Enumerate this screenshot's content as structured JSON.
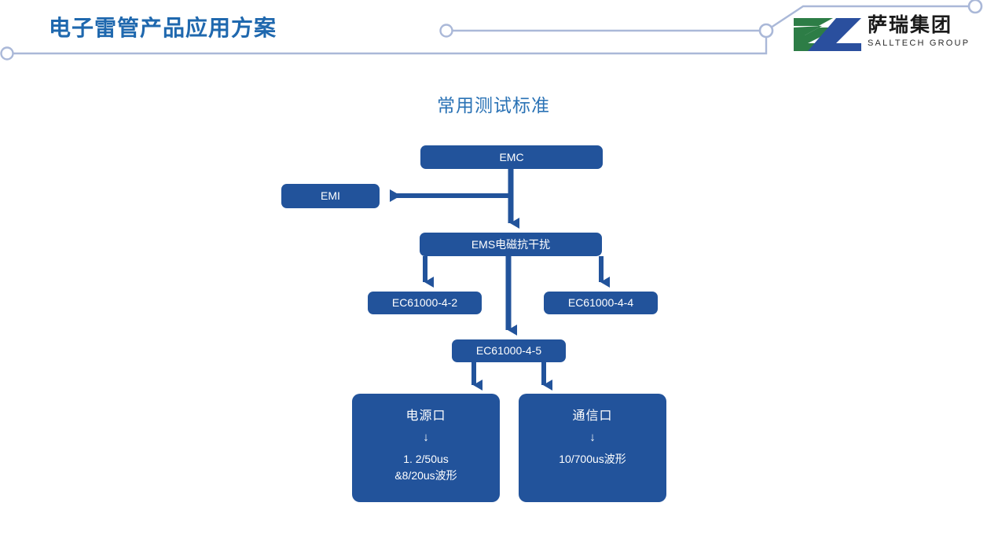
{
  "header": {
    "title": "电子雷管产品应用方案",
    "title_color": "#1f68ae",
    "deco_line_color": "#aab8d8",
    "logo": {
      "mark_name": "salltech-logo-mark",
      "mark_green": "#2d7d46",
      "mark_blue": "#2a4f9e",
      "name_cn": "萨瑞集团",
      "name_en": "SALLTECH GROUP"
    }
  },
  "section": {
    "heading": "常用测试标准",
    "heading_color": "#2a72b5"
  },
  "flow": {
    "node_fill": "#22539b",
    "node_text_color": "#ffffff",
    "arrow_color": "#22539b",
    "nodes": [
      {
        "id": "emc",
        "label": "EMC"
      },
      {
        "id": "emi",
        "label": "EMI"
      },
      {
        "id": "ems",
        "label": "EMS电磁抗干扰"
      },
      {
        "id": "ec-4-2",
        "label": "EC61000-4-2"
      },
      {
        "id": "ec-4-4",
        "label": "EC61000-4-4"
      },
      {
        "id": "ec-4-5",
        "label": "EC61000-4-5"
      },
      {
        "id": "power",
        "title": "电源口",
        "arrow": "↓",
        "body": "1. 2/50us\n&8/20us波形"
      },
      {
        "id": "comm",
        "title": "通信口",
        "arrow": "↓",
        "body": "10/700us波形"
      }
    ],
    "edges": [
      {
        "from": "emc",
        "to": "emi",
        "name": "edge-emc-to-emi"
      },
      {
        "from": "emc",
        "to": "ems",
        "name": "edge-emc-to-ems"
      },
      {
        "from": "ems",
        "to": "ec-4-2",
        "name": "edge-ems-to-ec-4-2"
      },
      {
        "from": "ems",
        "to": "ec-4-4",
        "name": "edge-ems-to-ec-4-4"
      },
      {
        "from": "ems",
        "to": "ec-4-5",
        "name": "edge-ems-to-ec-4-5"
      },
      {
        "from": "ec-4-5",
        "to": "power",
        "name": "edge-ec-4-5-to-power"
      },
      {
        "from": "ec-4-5",
        "to": "comm",
        "name": "edge-ec-4-5-to-comm"
      }
    ]
  }
}
